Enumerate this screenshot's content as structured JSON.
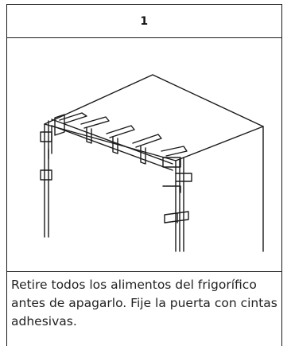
{
  "step": {
    "number": "1"
  },
  "caption": {
    "text": "Retire todos los alimentos del frigorífico antes de apagarlo. Fije la puerta con cintas adhesivas."
  },
  "colors": {
    "line": "#1a1a1a",
    "text": "#222222"
  },
  "illustration": {
    "subject": "refrigerator-with-taped-door",
    "icon": "fridge-tape-illustration"
  }
}
